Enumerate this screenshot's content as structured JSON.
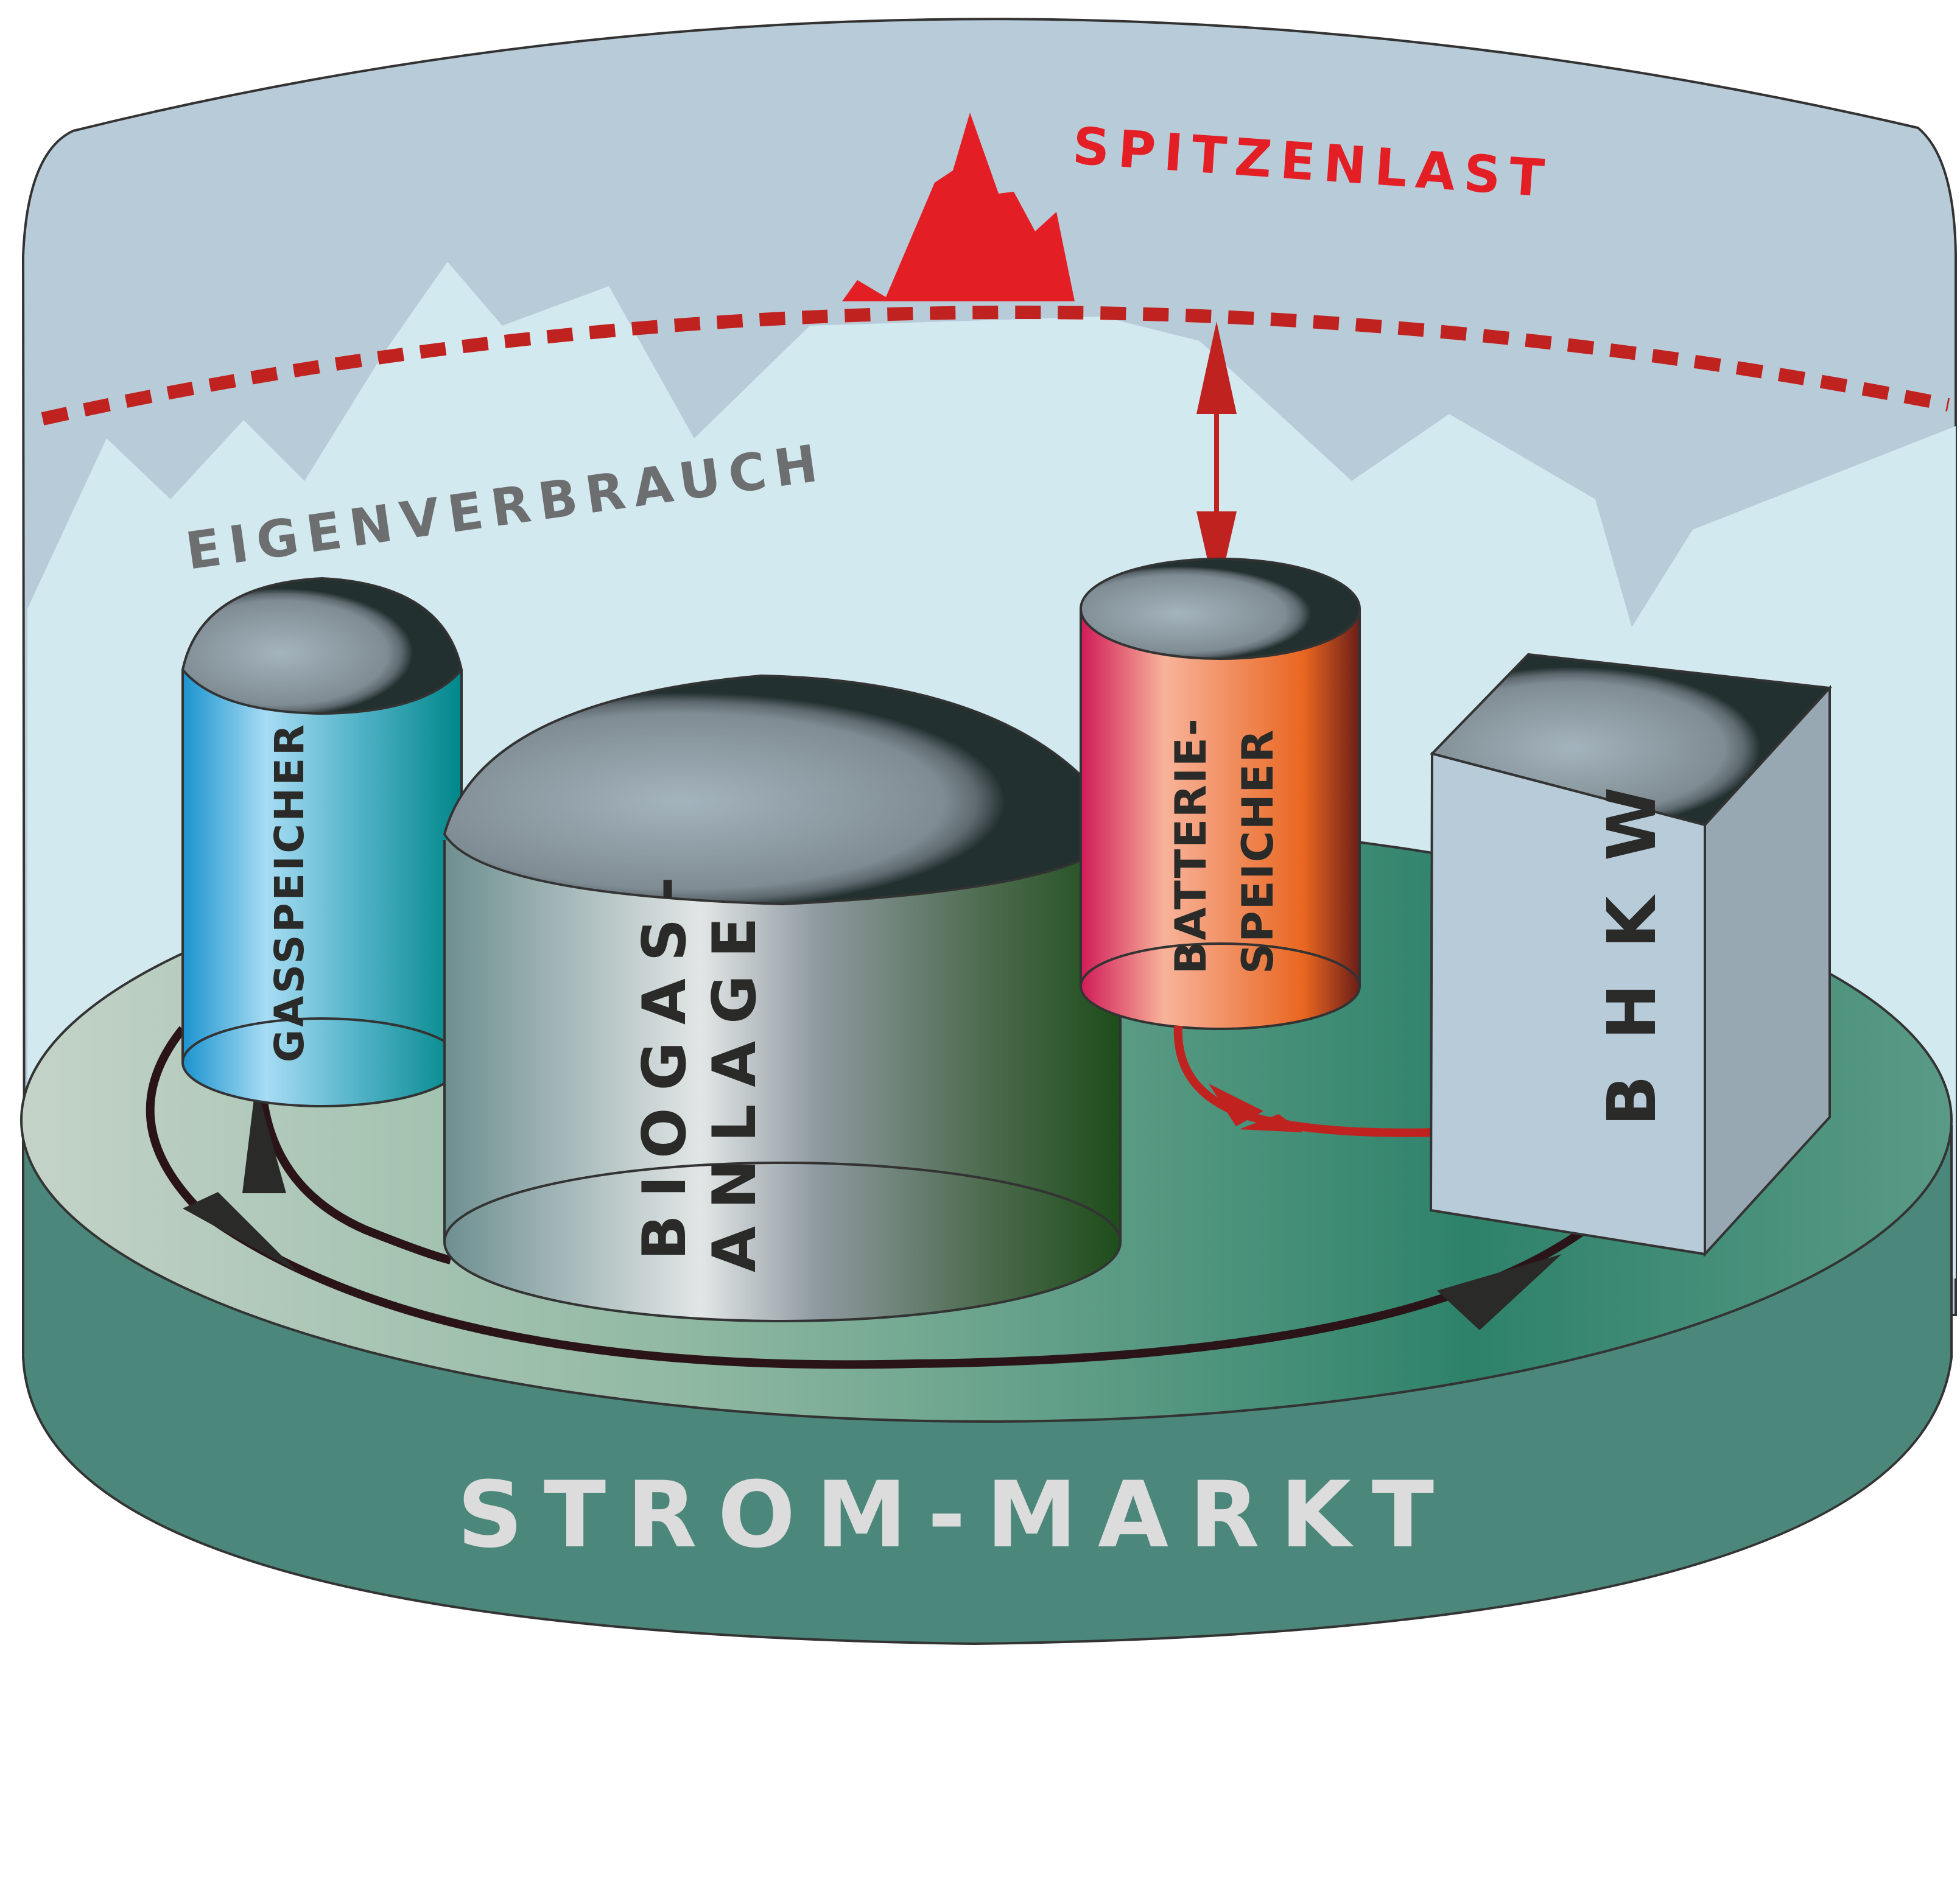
{
  "diagram": {
    "title": "Biogas system: peak load, self-consumption and electricity market",
    "labels": {
      "peak_load": "SPITZENLAST",
      "self_consumption": "EIGENVERBRAUCH",
      "gas_storage": "GASSPEICHER",
      "biogas_plant_line1": "BIOGAS-",
      "biogas_plant_line2": "ANLAGE",
      "battery_line1": "BATTERIE-",
      "battery_line2": "SPEICHER",
      "chp_unit": "B H K W",
      "power_market": "STROM-MARKT"
    },
    "components": [
      {
        "id": "gas-storage",
        "label": "GASSPEICHER",
        "shape": "cylinder",
        "color": "#3fb2e0"
      },
      {
        "id": "biogas-plant",
        "label": "BIOGAS-ANLAGE",
        "shape": "cylinder-dome",
        "color": "#9aa7ad"
      },
      {
        "id": "battery-storage",
        "label": "BATTERIE-SPEICHER",
        "shape": "cylinder",
        "color": "#f08a58"
      },
      {
        "id": "chp-unit",
        "label": "BHKW",
        "shape": "box",
        "color": "#b8cbd8"
      },
      {
        "id": "power-market",
        "label": "STROM-MARKT",
        "shape": "platform",
        "color": "#4b877a"
      }
    ],
    "flows": [
      {
        "from": "biogas-plant",
        "to": "gas-storage",
        "color": "#2a1418"
      },
      {
        "from": "gas-storage",
        "to": "chp-unit",
        "color": "#2a1418"
      },
      {
        "from": "chp-unit",
        "to": "battery-storage",
        "color": "#c0221f"
      },
      {
        "from": "battery-storage",
        "to": "peak-load-line",
        "color": "#c0221f",
        "bidirectional": true
      }
    ],
    "colors": {
      "sky": "#b8cbd8",
      "background_hills": "#d2e9f0",
      "peak": "#e31e25",
      "peak_line": "#c0221f",
      "self_consumption_text": "#6d6e70",
      "market_text": "#dcdcdc",
      "platform_side": "#4b877a"
    }
  }
}
